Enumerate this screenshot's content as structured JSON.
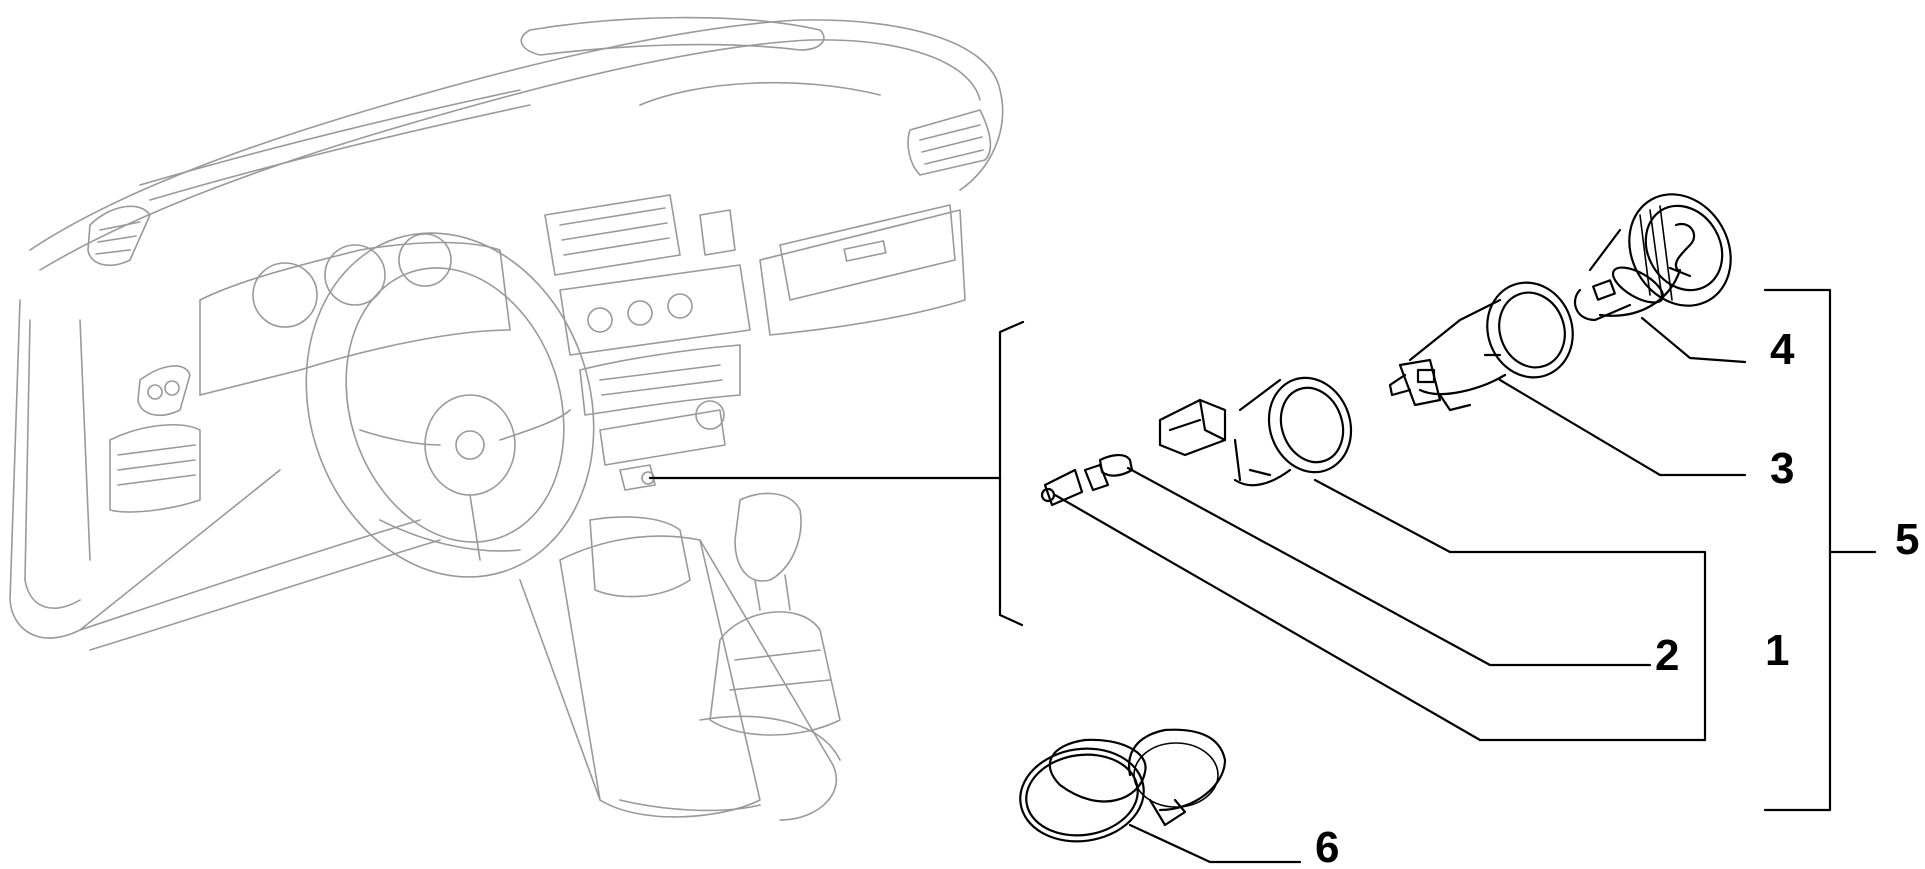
{
  "callouts": [
    {
      "id": "1",
      "label": "1"
    },
    {
      "id": "2",
      "label": "2"
    },
    {
      "id": "3",
      "label": "3"
    },
    {
      "id": "4",
      "label": "4"
    },
    {
      "id": "5",
      "label": "5"
    },
    {
      "id": "6",
      "label": "6"
    }
  ],
  "colors": {
    "line": "#000000",
    "faded_line": "#999999",
    "background": "#ffffff"
  }
}
